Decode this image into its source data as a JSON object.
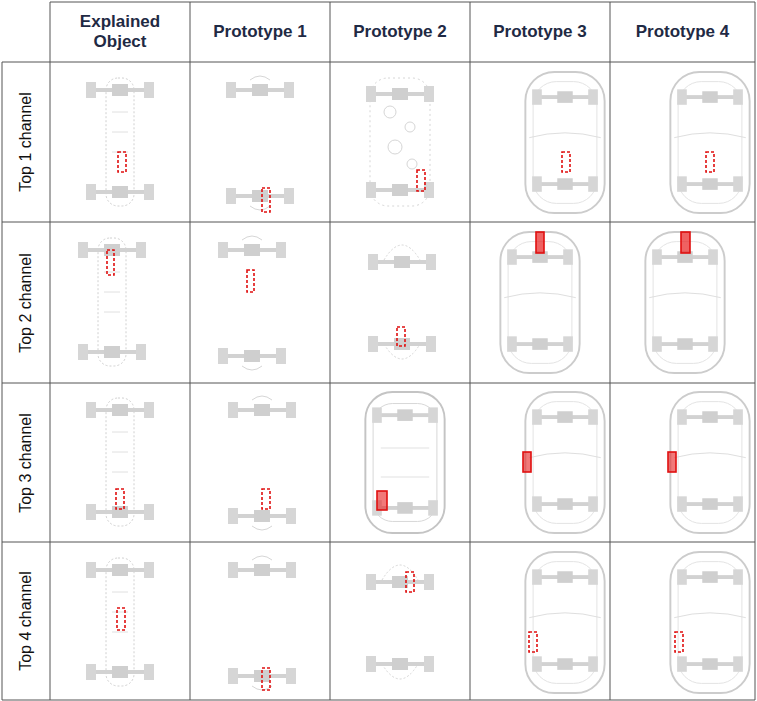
{
  "diagram": {
    "labels": [
      "Explained Object",
      "Prototype 1",
      "Prototype 2",
      "Prototype 3",
      "Prototype 4",
      "Top 1 channel",
      "Top 2 channel",
      "Top 3 channel",
      "Top 4 channel"
    ]
  }
}
